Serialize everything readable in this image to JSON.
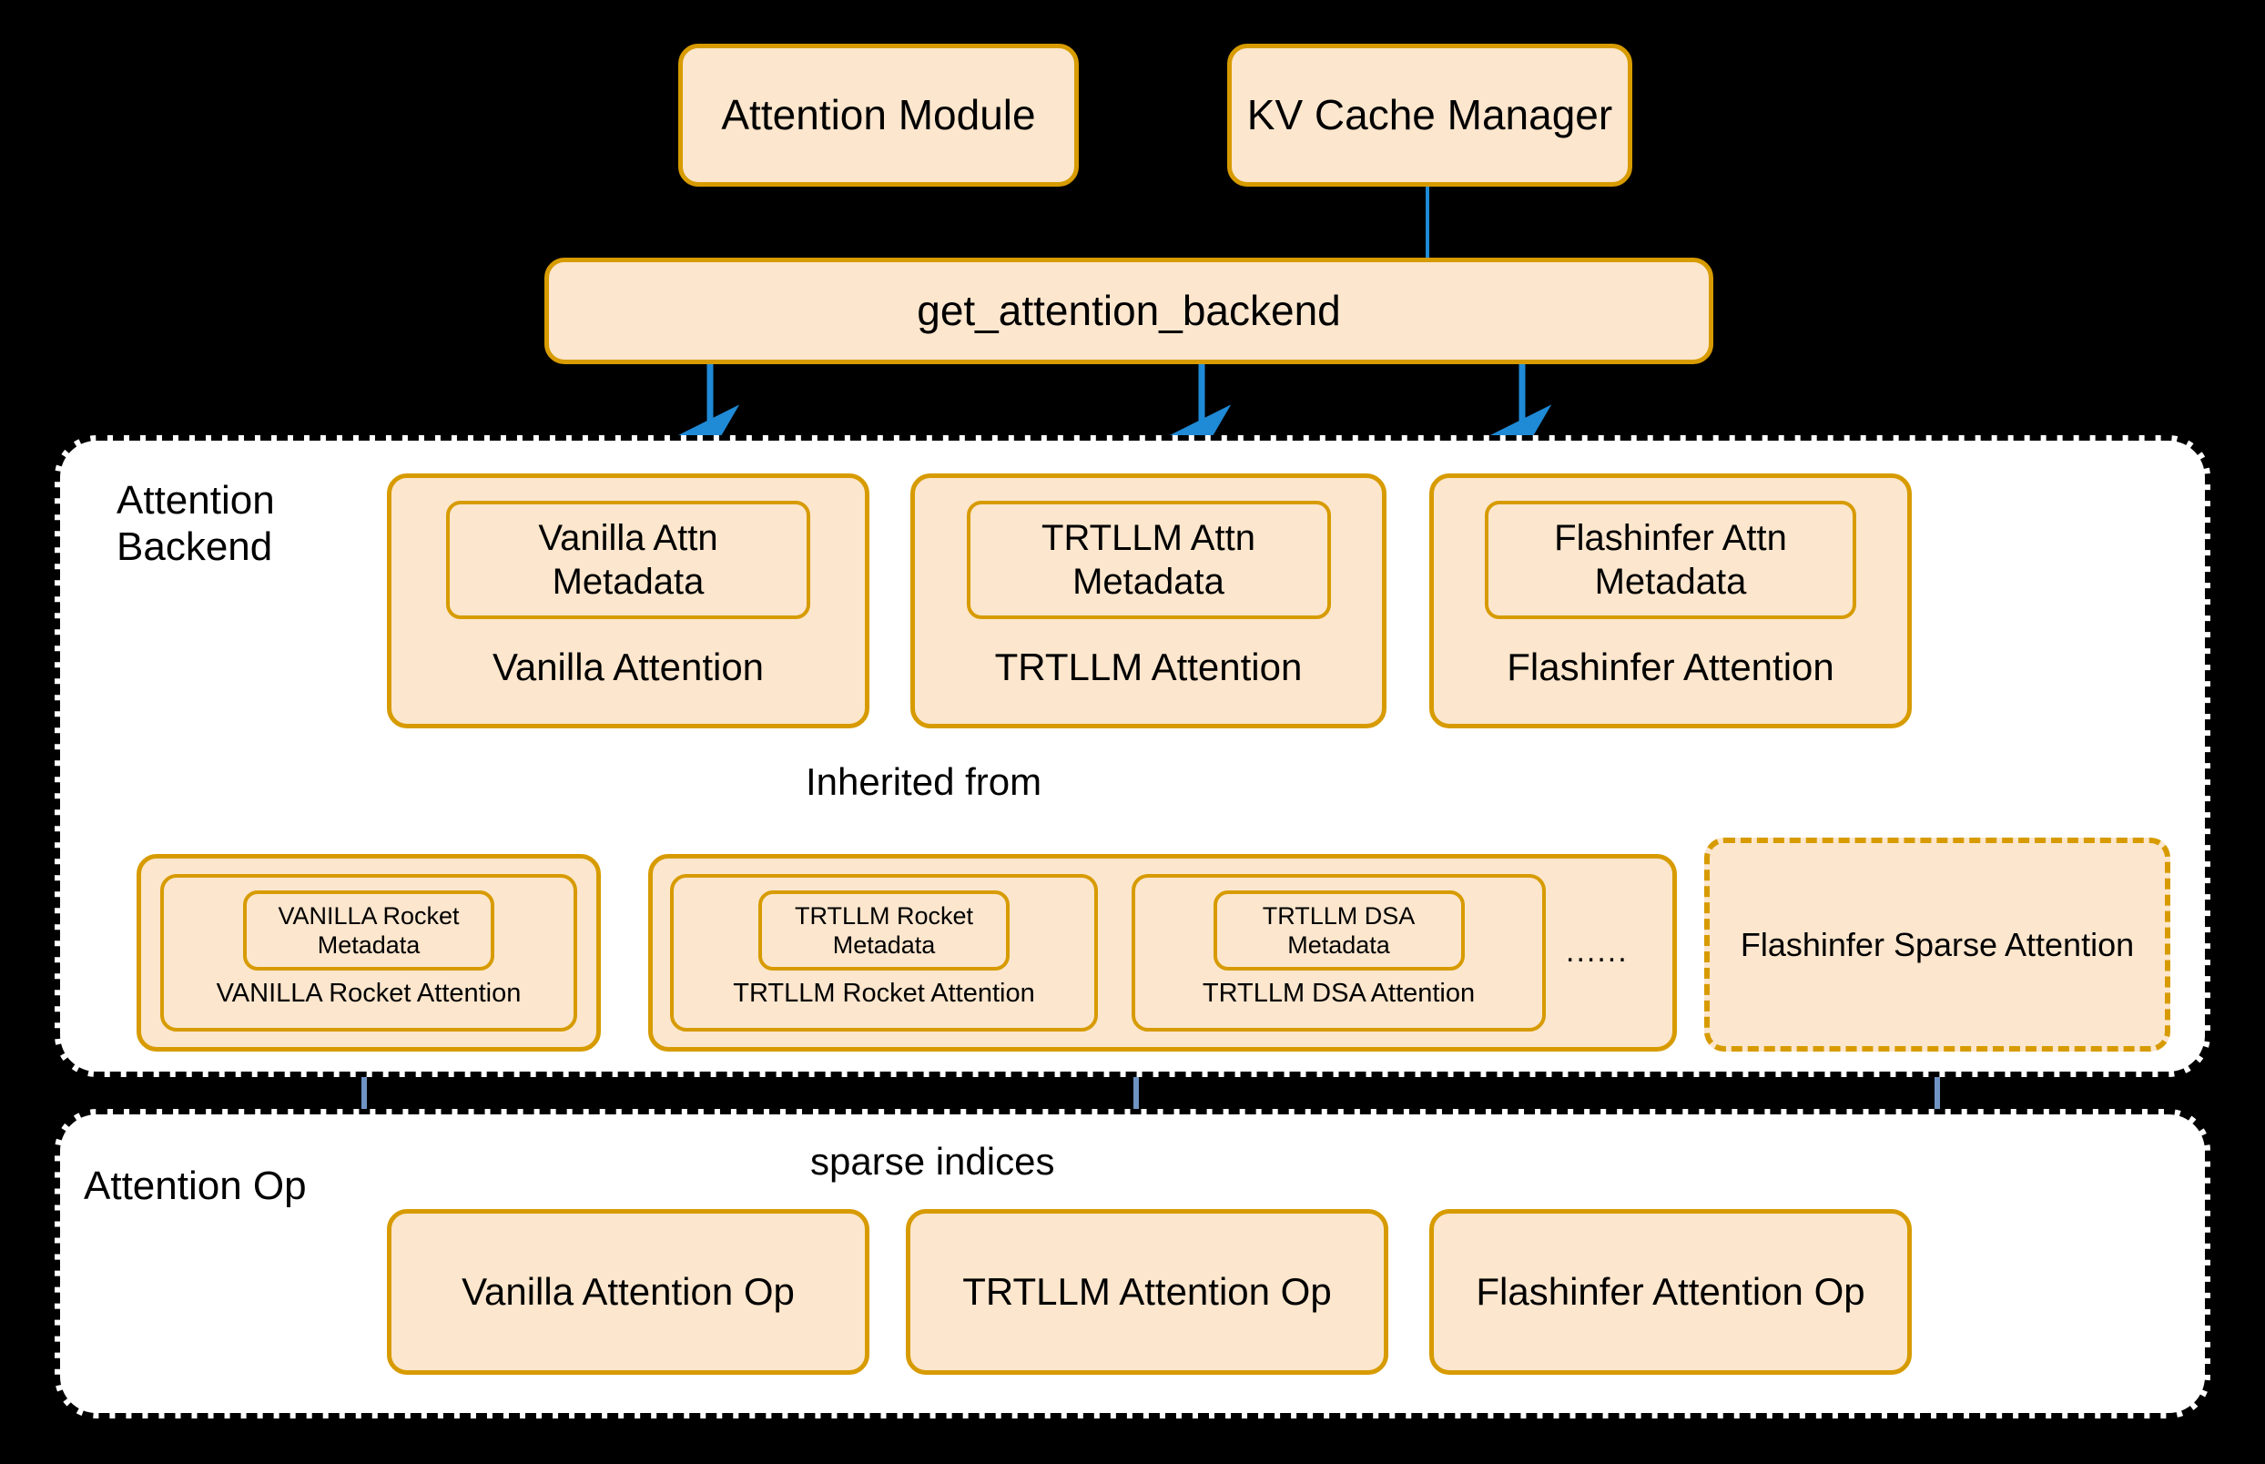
{
  "palette": {
    "page_background": "#000000",
    "panel_background": "#ffffff",
    "node_fill": "#fce6cd",
    "node_border": "#d79b00",
    "dispatch_arrow": "#1f8ad6",
    "inherit_arrow": "#fa6b6b",
    "data_arrow": "#6f94c4",
    "panel_border": "#000000"
  },
  "top": {
    "attention_module": "Attention Module",
    "kv_cache_manager": "KV Cache Manager",
    "dispatcher": "get_attention_backend"
  },
  "backend_section": {
    "label": "Attention\nBackend",
    "backends": [
      {
        "metadata": "Vanilla Attn\nMetadata",
        "title": "Vanilla Attention"
      },
      {
        "metadata": "TRTLLM Attn\nMetadata",
        "title": "TRTLLM Attention"
      },
      {
        "metadata": "Flashinfer Attn\nMetadata",
        "title": "Flashinfer Attention"
      }
    ],
    "inherited_label": "Inherited from",
    "sparse_backends": [
      {
        "metadata": "VANILLA Rocket\nMetadata",
        "title": "VANILLA Rocket Attention"
      },
      {
        "metadata": "TRTLLM Rocket\nMetadata",
        "title": "TRTLLM Rocket Attention"
      },
      {
        "metadata": "TRTLLM DSA\nMetadata",
        "title": "TRTLLM DSA Attention"
      }
    ],
    "ellipsis": "......",
    "flashinfer_sparse": "Flashinfer Sparse Attention"
  },
  "op_section": {
    "label": "Attention Op",
    "edge_label": "sparse indices",
    "ops": [
      "Vanilla Attention Op",
      "TRTLLM Attention Op",
      "Flashinfer Attention Op"
    ]
  }
}
